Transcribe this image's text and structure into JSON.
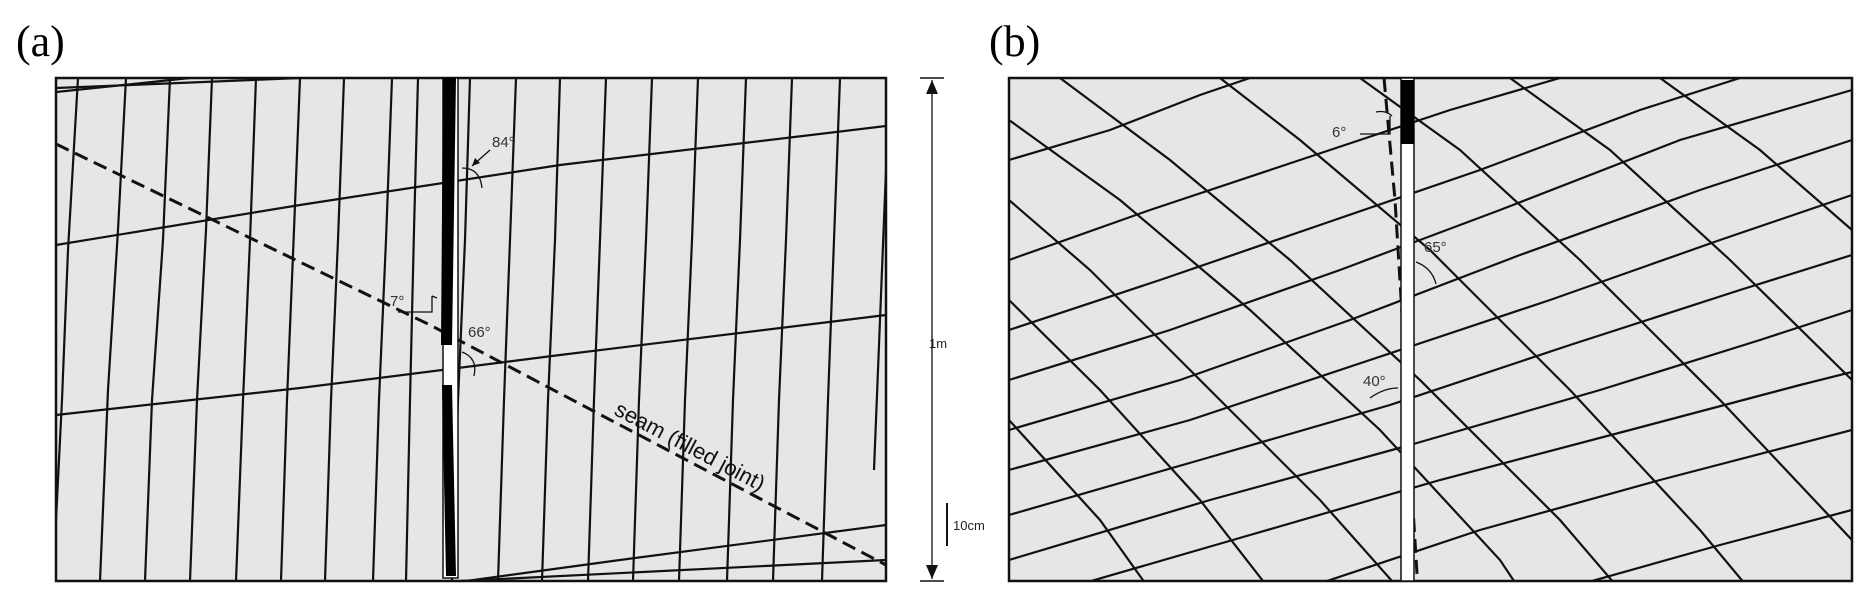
{
  "panel_a": {
    "label": "(a)",
    "angles": {
      "dip1": "84°",
      "dip2": "7°",
      "dip3": "66°"
    },
    "seam_label": "seam (filled joint)",
    "scale_height": "1m",
    "scale_bar": "10cm"
  },
  "panel_b": {
    "label": "(b)",
    "angles": {
      "dip1": "6°",
      "dip2": "65°",
      "dip3": "40°"
    }
  },
  "colors": {
    "rock_fill": "#e6e6e6",
    "lines": "#111111",
    "borehole_fill": "#000000"
  }
}
